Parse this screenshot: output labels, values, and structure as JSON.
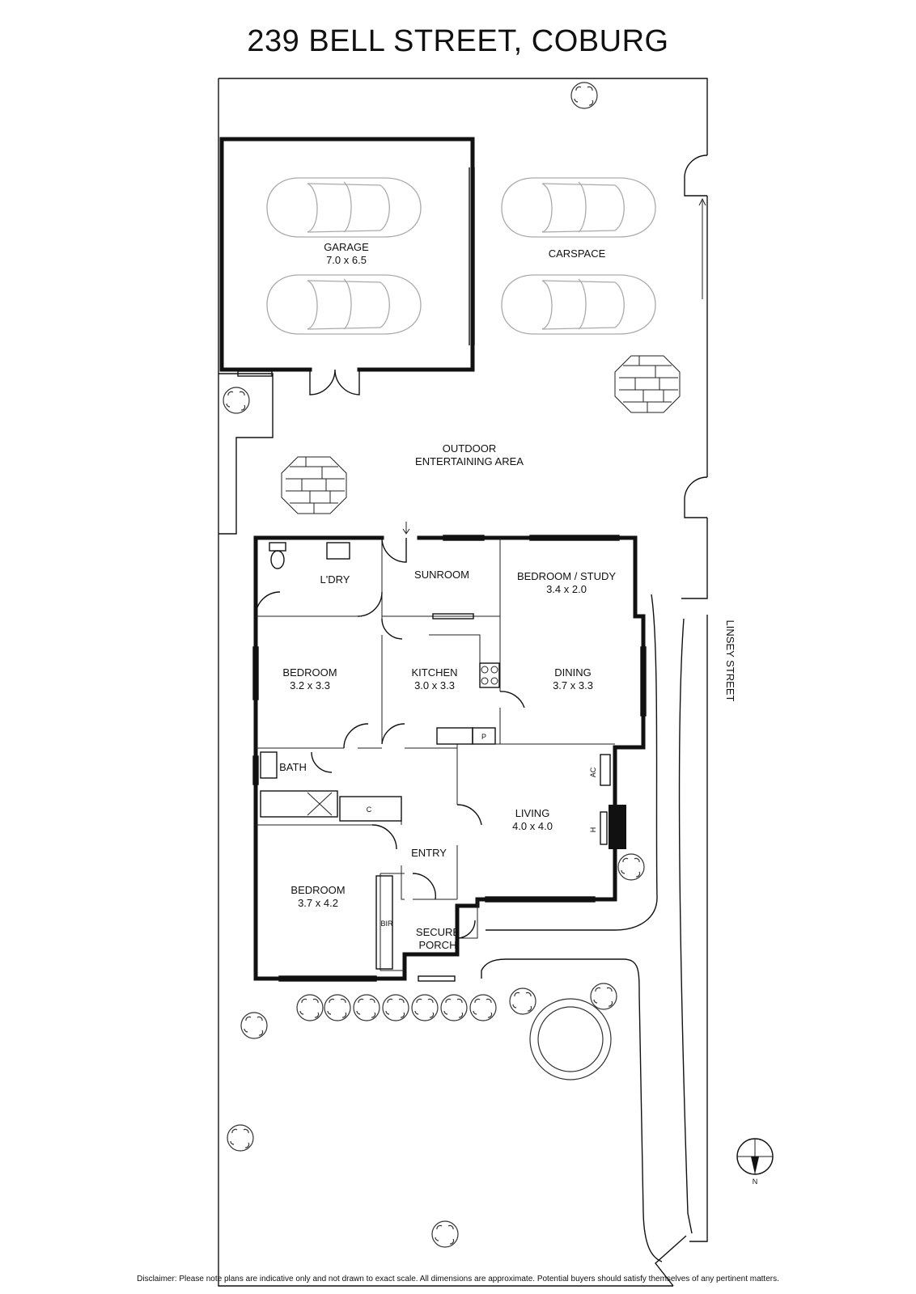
{
  "title": "239 BELL STREET, COBURG",
  "rooms": {
    "garage": {
      "name": "GARAGE",
      "dims": "7.0 x 6.5"
    },
    "carspace": {
      "name": "CARSPACE"
    },
    "outdoor": {
      "line1": "OUTDOOR",
      "line2": "ENTERTAINING AREA"
    },
    "laundry": {
      "name": "L'DRY"
    },
    "sunroom": {
      "name": "SUNROOM"
    },
    "bedroom_study": {
      "name": "BEDROOM / STUDY",
      "dims": "3.4 x 2.0"
    },
    "bedroom1": {
      "name": "BEDROOM",
      "dims": "3.2 x 3.3"
    },
    "kitchen": {
      "name": "KITCHEN",
      "dims": "3.0 x 3.3"
    },
    "dining": {
      "name": "DINING",
      "dims": "3.7 x 3.3"
    },
    "bath": {
      "name": "BATH"
    },
    "living": {
      "name": "LIVING",
      "dims": "4.0 x 4.0"
    },
    "entry": {
      "name": "ENTRY"
    },
    "bedroom2": {
      "name": "BEDROOM",
      "dims": "3.7 x 4.2"
    },
    "secure_porch": {
      "line1": "SECURE",
      "line2": "PORCH"
    }
  },
  "fixtures": {
    "bir": "BIR",
    "cupboard": "C",
    "pantry": "P",
    "ac": "AC",
    "heater": "H"
  },
  "street": "LINSEY STREET",
  "compass": "N",
  "disclaimer": "Disclaimer: Please note plans are indicative only and not drawn to exact scale. All dimensions are approximate. Potential buyers should satisfy themselves of any pertinent matters."
}
